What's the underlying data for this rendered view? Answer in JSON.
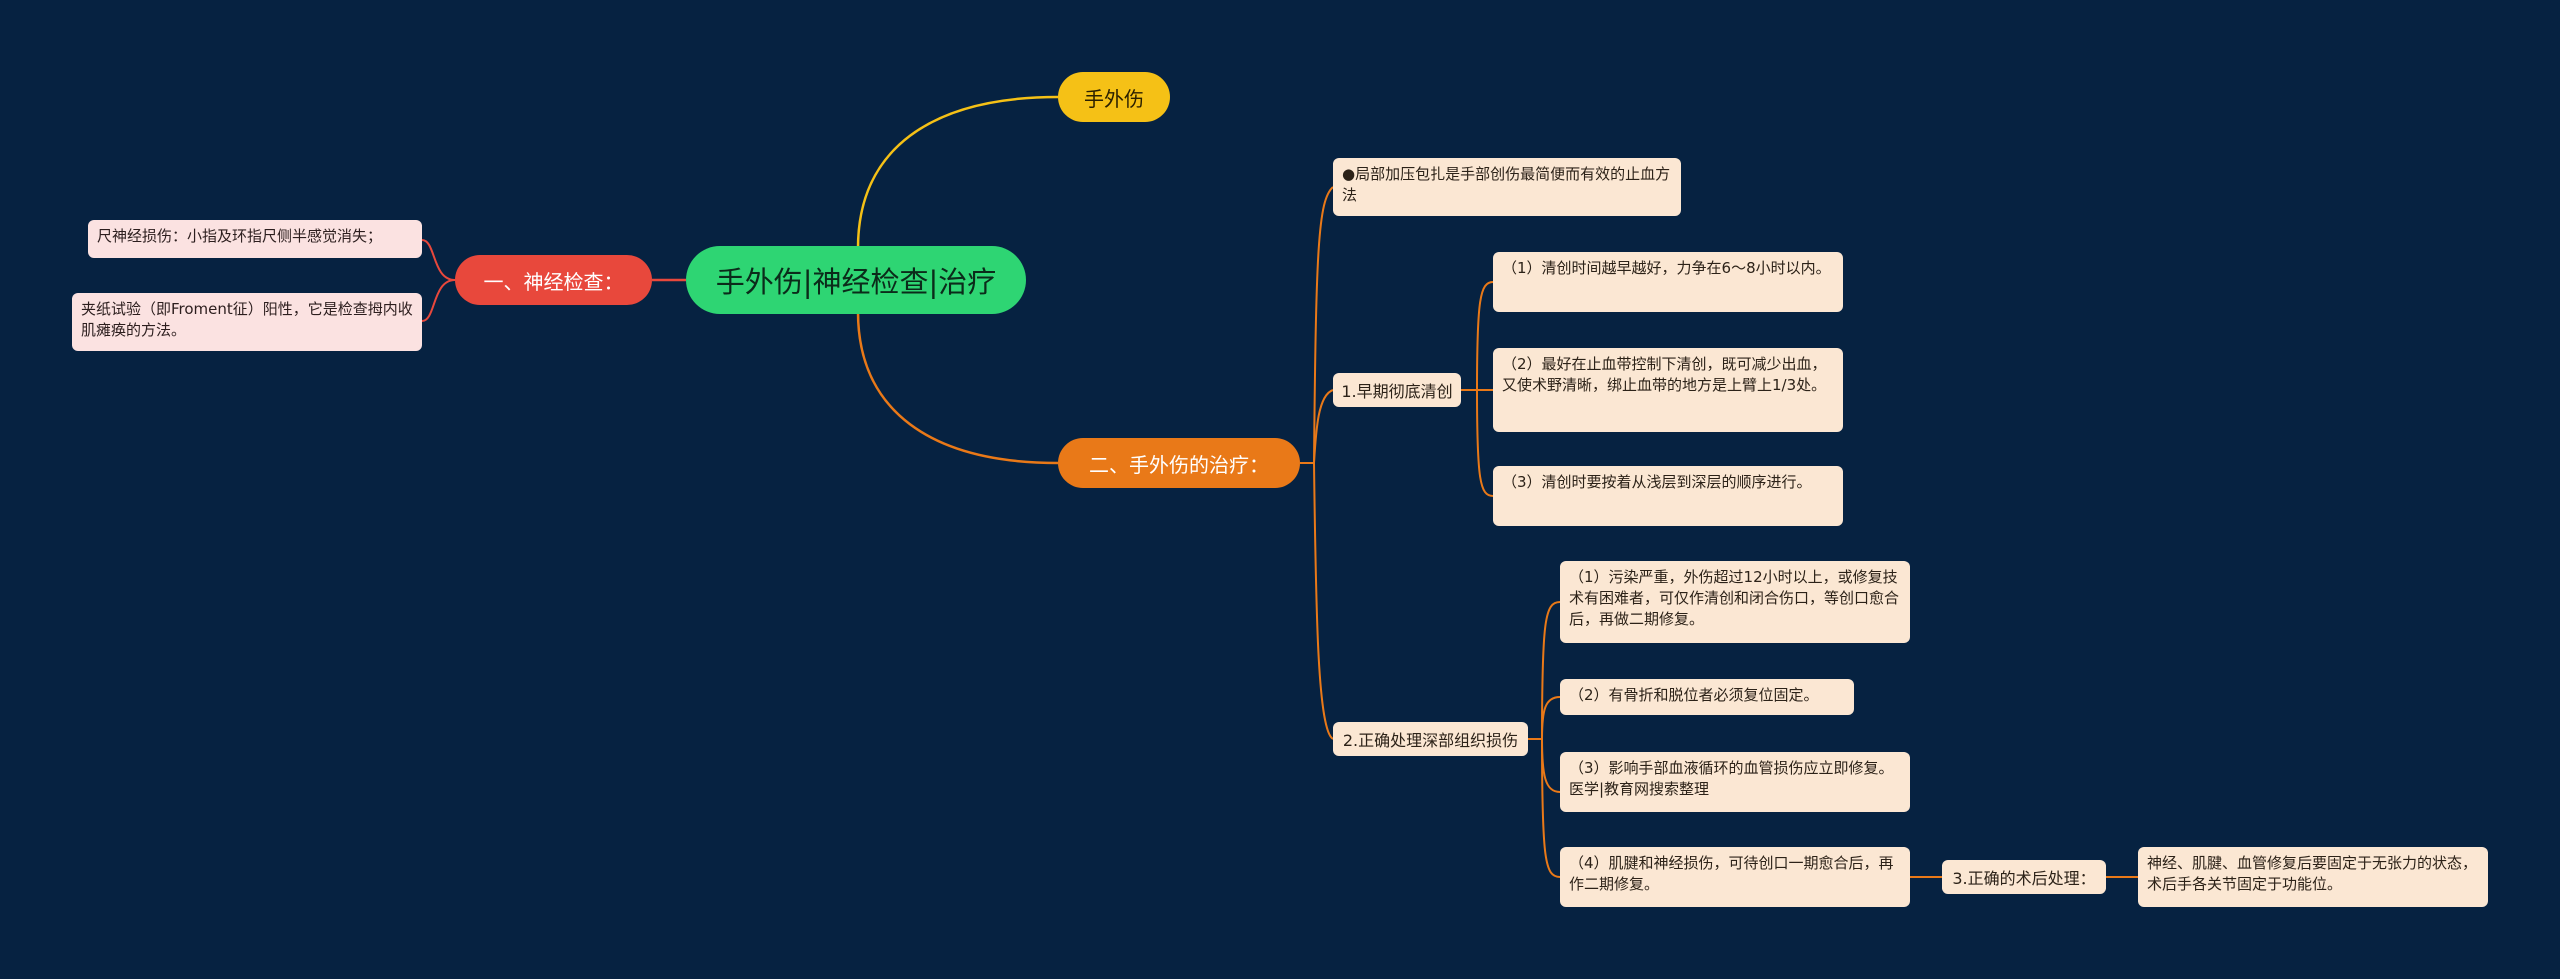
{
  "root": {
    "label": "手外伤|神经检查|治疗"
  },
  "branch_top": {
    "label": "手外伤"
  },
  "branch_left": {
    "label": "一、神经检查：",
    "children": [
      "尺神经损伤：小指及环指尺侧半感觉消失；",
      "夹纸试验（即Froment征）阳性，它是检查拇内收肌瘫痪的方法。"
    ]
  },
  "branch_right": {
    "label": "二、手外伤的治疗：",
    "children": [
      {
        "label": "●局部加压包扎是手部创伤最简便而有效的止血方法"
      },
      {
        "label": "1.早期彻底清创",
        "children": [
          "（1）清创时间越早越好，力争在6～8小时以内。",
          "（2）最好在止血带控制下清创，既可减少出血，又使术野清晰，绑止血带的地方是上臂上1/3处。",
          "（3）清创时要按着从浅层到深层的顺序进行。"
        ]
      },
      {
        "label": "2.正确处理深部组织损伤",
        "children": [
          "（1）污染严重，外伤超过12小时以上，或修复技术有困难者，可仅作清创和闭合伤口，等创口愈合后，再做二期修复。",
          "（2）有骨折和脱位者必须复位固定。",
          "（3）影响手部血液循环的血管损伤应立即修复。医学|教育网搜索整理",
          "（4）肌腱和神经损伤，可待创口一期愈合后，再作二期修复。"
        ]
      },
      {
        "label": "3.正确的术后处理：",
        "children": [
          "神经、肌腱、血管修复后要固定于无张力的状态，术后手各关节固定于功能位。"
        ]
      }
    ]
  },
  "colors": {
    "background": "#062241",
    "root": "#2ed573",
    "yellow": "#f5c116",
    "red": "#e8483c",
    "orange": "#e97918",
    "leaf": "#fbe7d3"
  }
}
